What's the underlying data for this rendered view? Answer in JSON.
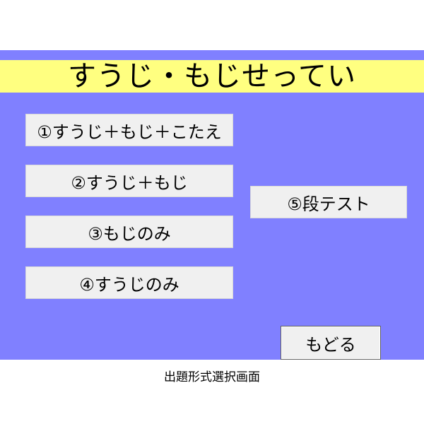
{
  "title": "すうじ・もじせってい",
  "buttons": {
    "option1": "①すうじ＋もじ＋こたえ",
    "option2": "②すうじ＋もじ",
    "option3": "③もじのみ",
    "option4": "④すうじのみ",
    "option5": "⑤段テスト",
    "back": "もどる"
  },
  "caption": "出題形式選択画面",
  "colors": {
    "screen_background": "#8080ff",
    "title_background": "#ffff80",
    "button_background": "#f0f0f0"
  }
}
